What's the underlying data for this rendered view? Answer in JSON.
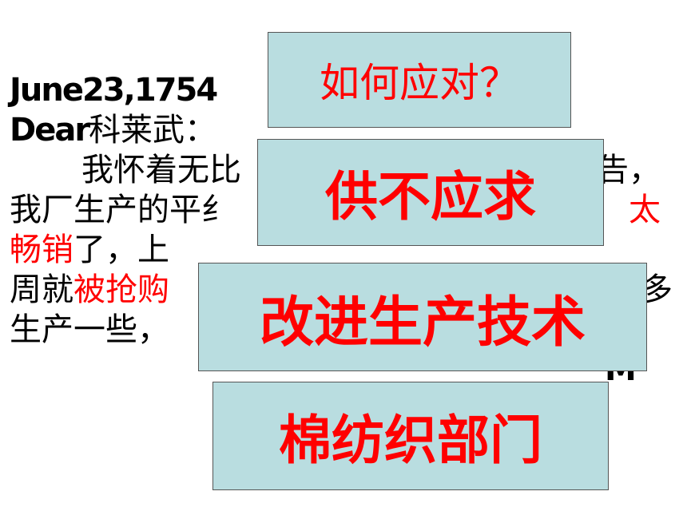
{
  "letter": {
    "date": "June23,1754",
    "greeting_en": "Dear",
    "greeting_name": "科莱武：",
    "line1": "我怀着无比",
    "line1_end": "告，",
    "line2": "我厂生产的平纟",
    "line2_red_end": "太",
    "line3_red": "畅销",
    "line3": "了，上",
    "line4": "周就",
    "line4_red": "被抢购",
    "line4_end": "多",
    "line5": "生产一些，",
    "signature_fragment": "M"
  },
  "overlay_boxes": [
    {
      "text": "如何应对？"
    },
    {
      "text": "供不应求"
    },
    {
      "text": "改进生产技术"
    },
    {
      "text": "棉纺织部门"
    }
  ],
  "colors": {
    "box_fill": "#b9dde0",
    "box_text": "#ff0000",
    "letter_text": "#000000",
    "highlight": "#ff0000"
  }
}
